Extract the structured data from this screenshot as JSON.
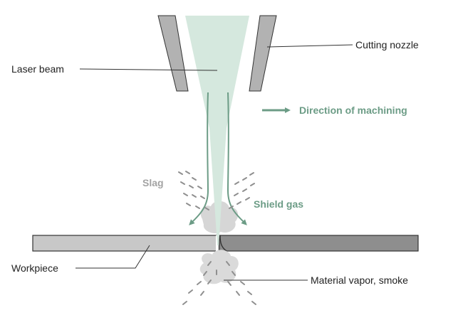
{
  "labels": {
    "laser_beam": "Laser beam",
    "cutting_nozzle": "Cutting nozzle",
    "direction": "Direction of machining",
    "slag": "Slag",
    "shield_gas": "Shield gas",
    "workpiece": "Workpiece",
    "vapor": "Material vapor, smoke"
  },
  "colors": {
    "green": "#6c9c86",
    "beam": "#d5e8de",
    "nozzle": "#b2b2b2",
    "workpiece_left": "#c8c8c8",
    "workpiece_right": "#8e8e8e",
    "smoke": "#d8d8d8",
    "text": "#222222"
  }
}
